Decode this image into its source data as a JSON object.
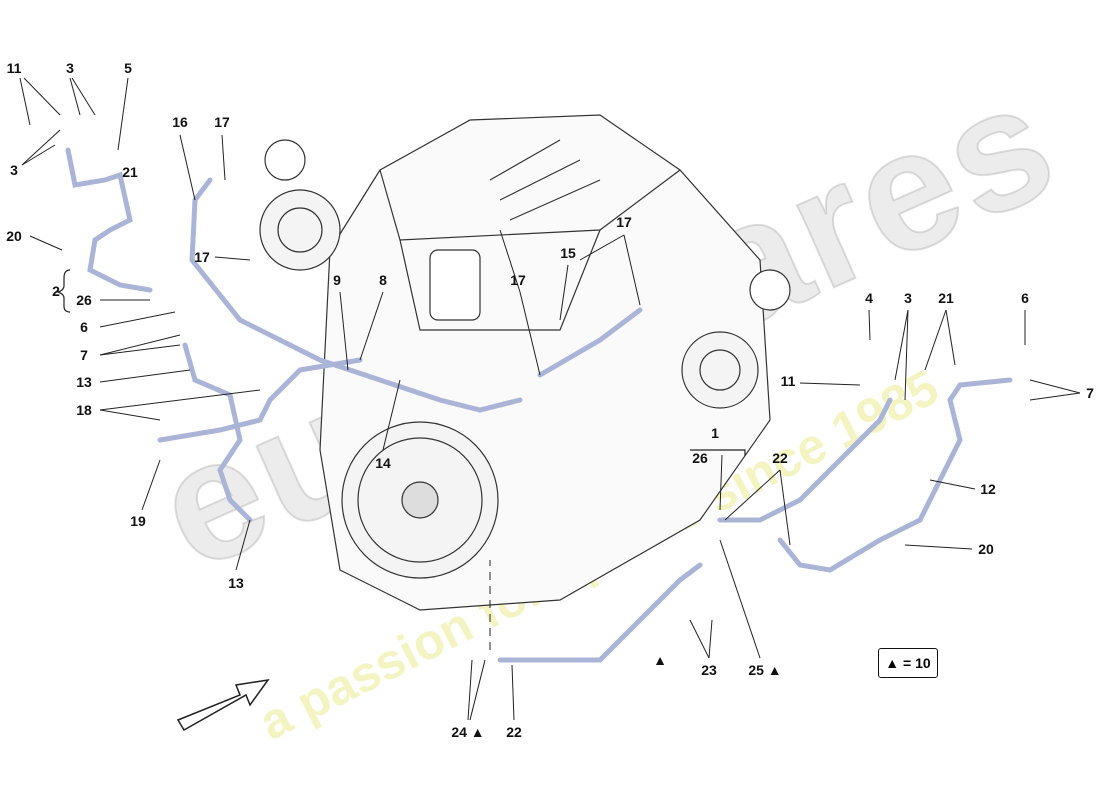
{
  "watermark": {
    "brand": "eurospares",
    "tagline": "a passion for spares since 1985"
  },
  "legend": {
    "text": "▲ = 10"
  },
  "callouts": [
    {
      "id": "c1",
      "text": "11"
    },
    {
      "id": "c2",
      "text": "3"
    },
    {
      "id": "c3",
      "text": "5"
    },
    {
      "id": "c4",
      "text": "3"
    },
    {
      "id": "c5",
      "text": "21"
    },
    {
      "id": "c6",
      "text": "20"
    },
    {
      "id": "c7",
      "text": "2"
    },
    {
      "id": "c8",
      "text": "26"
    },
    {
      "id": "c9",
      "text": "6"
    },
    {
      "id": "c10",
      "text": "7"
    },
    {
      "id": "c11",
      "text": "13"
    },
    {
      "id": "c12",
      "text": "18"
    },
    {
      "id": "c13",
      "text": "19"
    },
    {
      "id": "c14",
      "text": "13"
    },
    {
      "id": "c15",
      "text": "16"
    },
    {
      "id": "c16",
      "text": "17"
    },
    {
      "id": "c17",
      "text": "17"
    },
    {
      "id": "c18",
      "text": "9"
    },
    {
      "id": "c19",
      "text": "8"
    },
    {
      "id": "c20",
      "text": "14"
    },
    {
      "id": "c21",
      "text": "17"
    },
    {
      "id": "c22",
      "text": "15"
    },
    {
      "id": "c23",
      "text": "17"
    },
    {
      "id": "c24",
      "text": "4"
    },
    {
      "id": "c25",
      "text": "3"
    },
    {
      "id": "c26",
      "text": "21"
    },
    {
      "id": "c27",
      "text": "6"
    },
    {
      "id": "c28",
      "text": "11"
    },
    {
      "id": "c29",
      "text": "7"
    },
    {
      "id": "c30",
      "text": "1"
    },
    {
      "id": "c31",
      "text": "26"
    },
    {
      "id": "c32",
      "text": "22"
    },
    {
      "id": "c33",
      "text": "12"
    },
    {
      "id": "c34",
      "text": "20"
    },
    {
      "id": "c35",
      "text": "23"
    },
    {
      "id": "c36",
      "text": "25 ▲"
    },
    {
      "id": "c37",
      "text": "▲"
    },
    {
      "id": "c38",
      "text": "24 ▲"
    },
    {
      "id": "c39",
      "text": "22"
    }
  ],
  "colors": {
    "pipe": "#aab4d6",
    "outline": "#222222"
  }
}
